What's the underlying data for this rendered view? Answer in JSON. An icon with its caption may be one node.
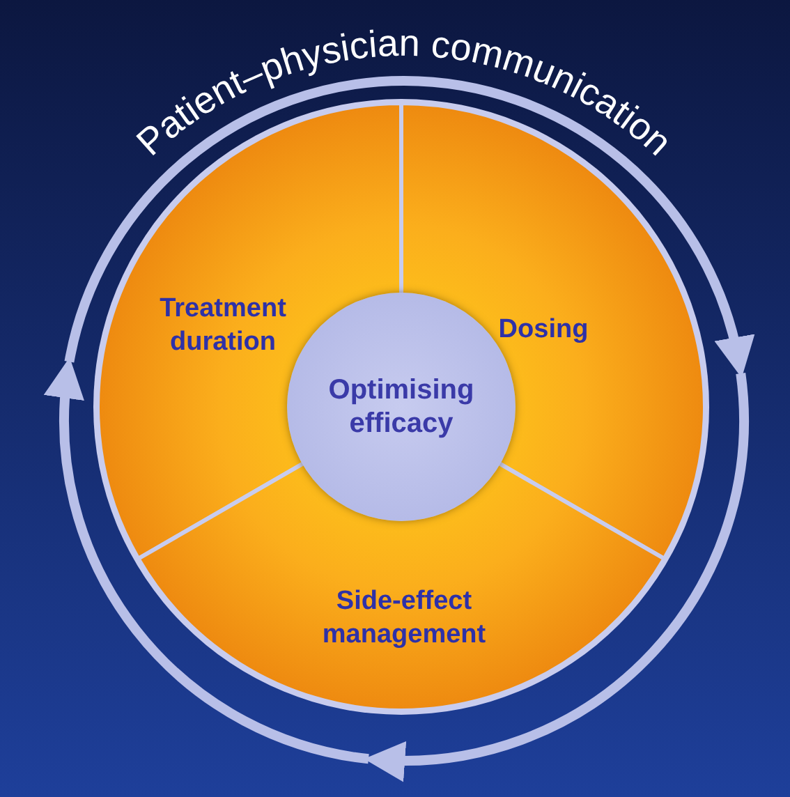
{
  "diagram": {
    "title": "Patient–physician communication",
    "nodes": [
      {
        "text": [
          "Treatment duration"
        ]
      },
      {
        "text": [
          "Dosing"
        ]
      },
      {
        "text": [
          "Side-effect management"
        ]
      },
      {
        "text": [
          "Optimising efficacy"
        ]
      }
    ],
    "edges": [
      {
        "from": 1,
        "to": 2,
        "arrow": "to"
      },
      {
        "from": 2,
        "to": 0,
        "arrow": "to"
      },
      {
        "from": 0,
        "to": 1,
        "arrow": "to"
      }
    ]
  }
}
